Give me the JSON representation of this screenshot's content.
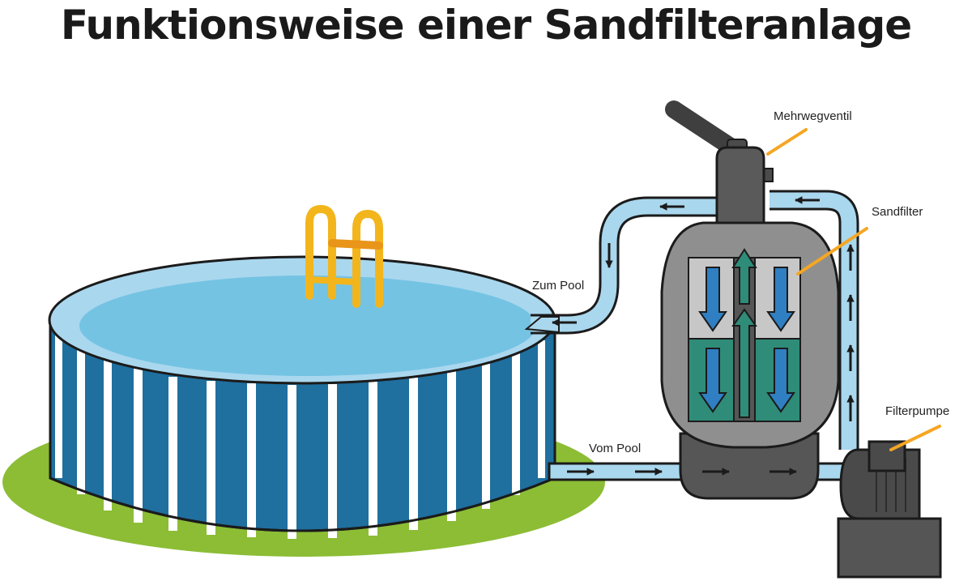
{
  "title": "Funktionsweise einer Sandfilteranlage",
  "labels": {
    "valve": "Mehrwegventil",
    "filter": "Sandfilter",
    "pump": "Filterpumpe",
    "to_pool": "Zum Pool",
    "from_pool": "Vom Pool"
  },
  "colors": {
    "grass": "#8cbd35",
    "pool_wall_dark": "#1f6f9f",
    "pool_wall_stripe": "#ffffff",
    "water": "#74c3e3",
    "pipe": "#a9d7ee",
    "pipe_outline": "#1b1b1b",
    "tank": "#8f8f8f",
    "tank_body": "#c7c7c7",
    "sand": "#2f8c78",
    "flow_arrow": "#2f7fc2",
    "callout_line": "#f5a623",
    "ladder": "#f3b51c"
  },
  "icons": [
    "flow-arrow-icon",
    "ladder-icon"
  ]
}
